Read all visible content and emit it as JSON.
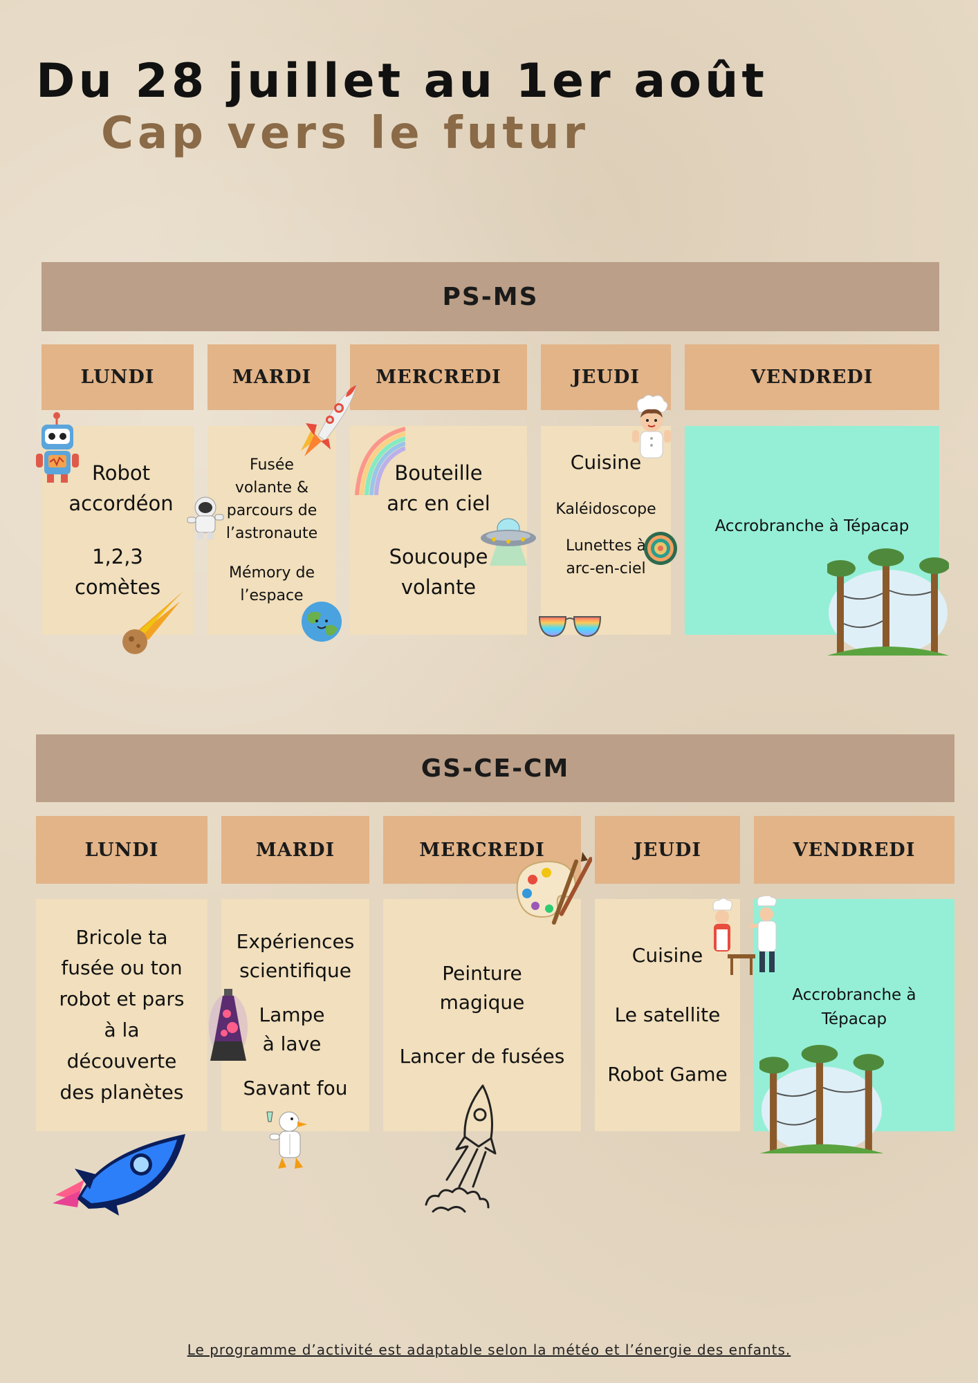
{
  "header": {
    "title": "Du 28 juillet au 1er août",
    "subtitle": "Cap vers le futur"
  },
  "sections": [
    {
      "name": "PS-MS",
      "days": [
        {
          "label": "LUNDI",
          "activities": [
            "Robot accordéon",
            "1,2,3 comètes"
          ]
        },
        {
          "label": "MARDI",
          "activities": [
            "Fusée volante & parcours de l’astronaute",
            "Mémory de l’espace"
          ]
        },
        {
          "label": "MERCREDI",
          "activities": [
            "Bouteille arc en ciel",
            "Soucoupe volante"
          ]
        },
        {
          "label": "JEUDI",
          "activities": [
            "Cuisine",
            "Kaléidoscope",
            "Lunettes à arc-en-ciel"
          ]
        },
        {
          "label": "VENDREDI",
          "activities": [
            "Accrobranche à Tépacap"
          ]
        }
      ]
    },
    {
      "name": "GS-CE-CM",
      "days": [
        {
          "label": "LUNDI",
          "activities": [
            "Bricole ta fusée ou ton robot et pars à la découverte des planètes"
          ]
        },
        {
          "label": "MARDI",
          "activities": [
            "Expériences scientifique",
            "Lampe à lave",
            "Savant fou"
          ]
        },
        {
          "label": "MERCREDI",
          "activities": [
            "Peinture magique",
            "Lancer de fusées"
          ]
        },
        {
          "label": "JEUDI",
          "activities": [
            "Cuisine",
            "Le satellite",
            "Robot Game"
          ]
        },
        {
          "label": "VENDREDI",
          "activities": [
            "Accrobranche à Tépacap"
          ]
        }
      ]
    }
  ],
  "footer": {
    "note": "Le programme d’activité est adaptable selon la météo et l’énergie des enfants."
  },
  "colors": {
    "background": "#e6d9c4",
    "banner": "#bb9f88",
    "day_header": "#e2b488",
    "cell": "#f1dfbd",
    "friday_cell": "#95efd6",
    "subtitle": "#8a6a47"
  },
  "icons": [
    "robot-icon",
    "rocket-icon",
    "comet-icon",
    "astronaut-icon",
    "earth-icon",
    "rainbow-icon",
    "ufo-icon",
    "chef-icon",
    "mandala-icon",
    "sunglasses-icon",
    "treetop-park-icon",
    "palette-icon",
    "lava-lamp-icon",
    "scientist-duck-icon",
    "blue-rocket-icon",
    "rocket-sketch-icon",
    "cooks-icon"
  ]
}
